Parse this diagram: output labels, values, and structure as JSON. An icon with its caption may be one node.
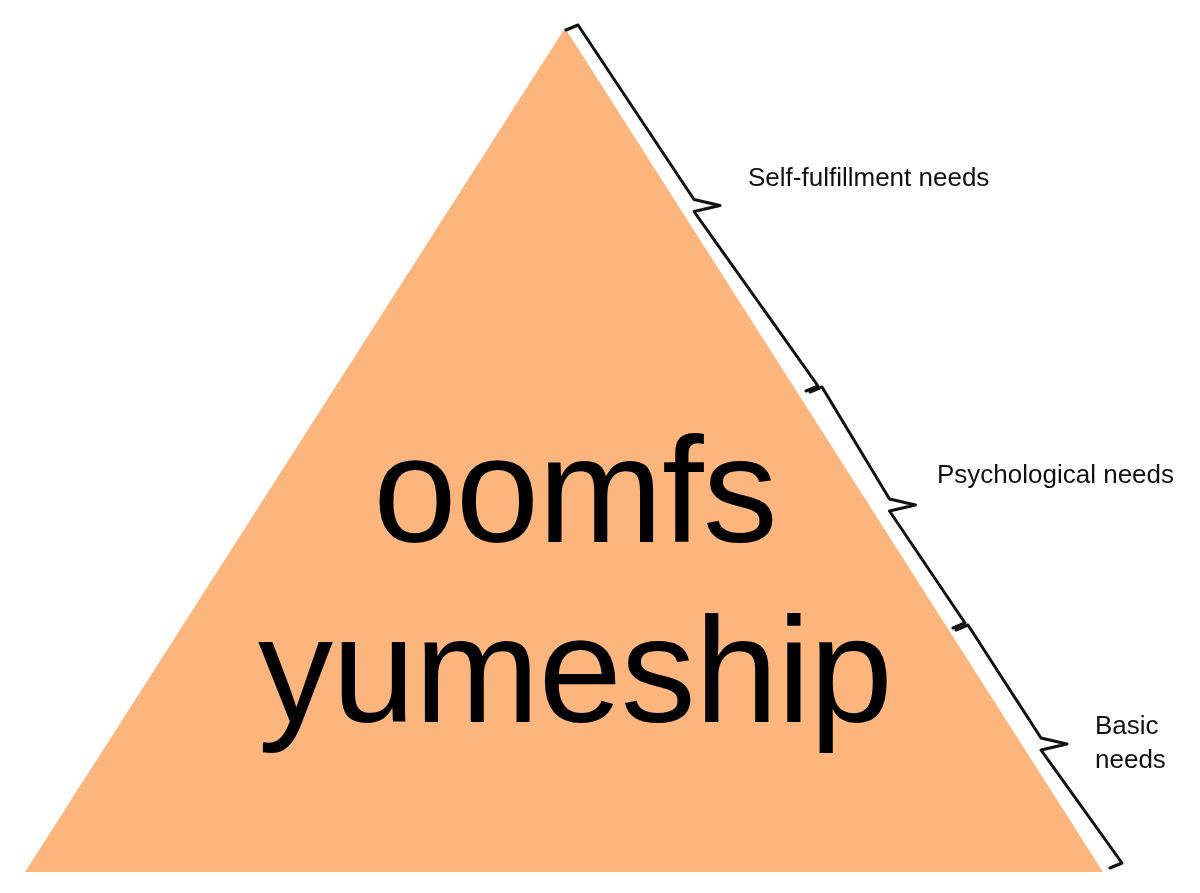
{
  "diagram": {
    "nodes": [
      {
        "text": [
          "oomfs yumeship"
        ]
      }
    ],
    "labels": [
      "Self-fulfillment needs",
      "Psychological needs",
      "Basic needs"
    ]
  }
}
